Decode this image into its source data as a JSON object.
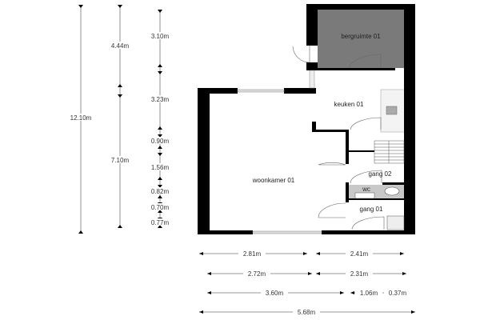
{
  "rooms": {
    "storage": "bergruimte 01",
    "kitchen": "keuken 01",
    "living": "woonkamer 01",
    "hall2": "gang 02",
    "wc": "wc",
    "hall1": "gang 01"
  },
  "vertical_dimensions": {
    "total": "12.10m",
    "col2": [
      "4.44m",
      "7.10m"
    ],
    "col3": [
      "3.10m",
      "3.23m",
      "0.90m",
      "1.56m",
      "0.82m",
      "0.70m",
      "0.77m"
    ]
  },
  "horizontal_dimensions": {
    "row1": [
      "2.81m",
      "2.41m"
    ],
    "row2": [
      "2.72m",
      "2.31m"
    ],
    "row3": [
      "3.60m",
      "1.06m",
      "0.37m"
    ],
    "row4": [
      "5.68m"
    ]
  },
  "colors": {
    "wall": "#000000",
    "storage_fill": "#7a7a7a",
    "wc_fill": "#c8c8c8"
  }
}
